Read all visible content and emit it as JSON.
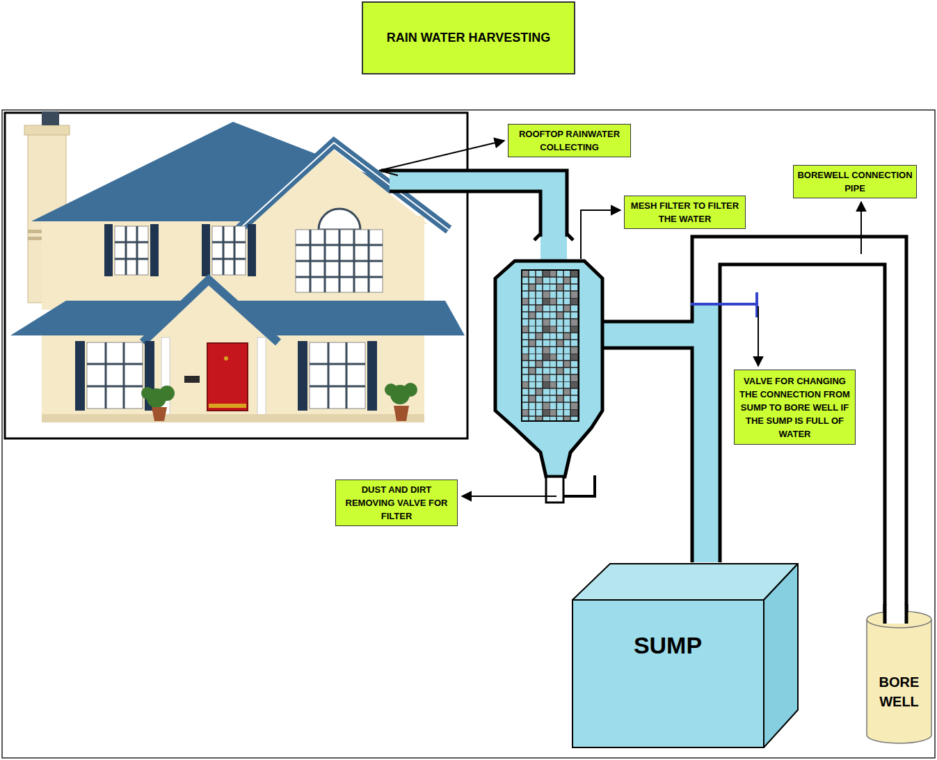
{
  "diagram": {
    "title": "RAIN WATER HARVESTING",
    "nodes": [
      {
        "text": [
          "ROOFTOP RAINWATER COLLECTING"
        ]
      },
      {
        "text": [
          "BOREWELL CONNECTION PIPE"
        ]
      },
      {
        "text": [
          "MESH FILTER TO FILTER THE WATER"
        ]
      },
      {
        "text": [
          "VALVE FOR CHANGING THE CONNECTION FROM SUMP TO BORE WELL IF THE SUMP IS FULL OF WATER"
        ]
      },
      {
        "text": [
          "DUST AND DIRT REMOVING VALVE FOR FILTER"
        ]
      },
      {
        "text": [
          "SUMP"
        ]
      },
      {
        "text": [
          "BORE WELL"
        ]
      }
    ]
  }
}
